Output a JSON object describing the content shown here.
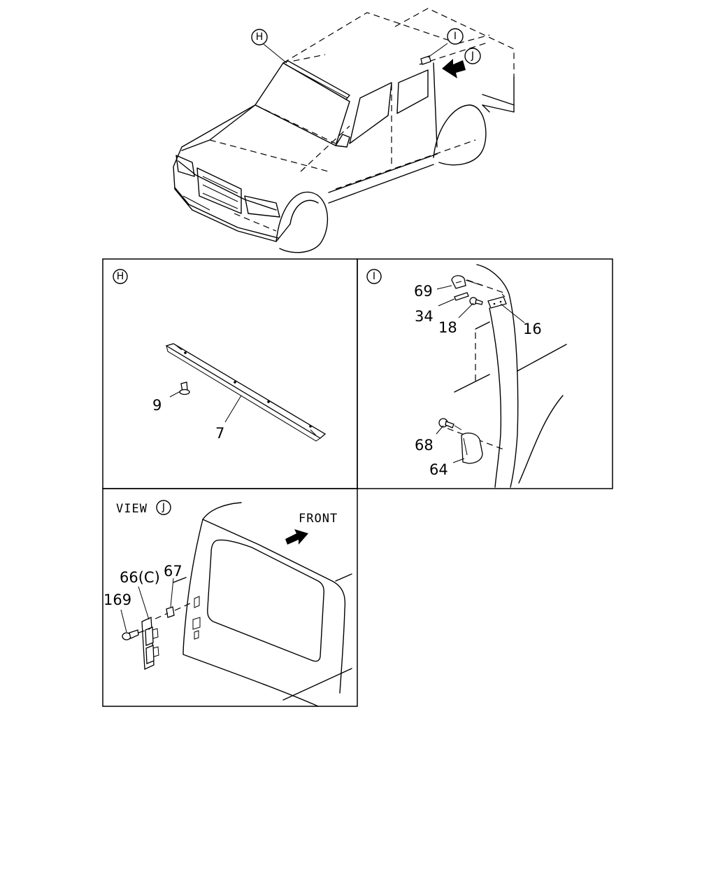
{
  "overview": {
    "callouts": [
      {
        "id": "h",
        "letter": "H"
      },
      {
        "id": "i",
        "letter": "I"
      },
      {
        "id": "j",
        "letter": "J"
      }
    ]
  },
  "panels": {
    "h": {
      "tag": "H",
      "parts": [
        {
          "id": "p9",
          "label": "9"
        },
        {
          "id": "p7",
          "label": "7"
        }
      ]
    },
    "i": {
      "tag": "I",
      "parts": [
        {
          "id": "p69",
          "label": "69"
        },
        {
          "id": "p34",
          "label": "34"
        },
        {
          "id": "p18",
          "label": "18"
        },
        {
          "id": "p16",
          "label": "16"
        },
        {
          "id": "p68",
          "label": "68"
        },
        {
          "id": "p64",
          "label": "64"
        }
      ]
    },
    "j": {
      "view_word": "VIEW",
      "tag": "J",
      "front_label": "FRONT",
      "parts": [
        {
          "id": "p66",
          "label": "66(C)"
        },
        {
          "id": "p67",
          "label": "67"
        },
        {
          "id": "p169",
          "label": "169"
        }
      ]
    }
  }
}
